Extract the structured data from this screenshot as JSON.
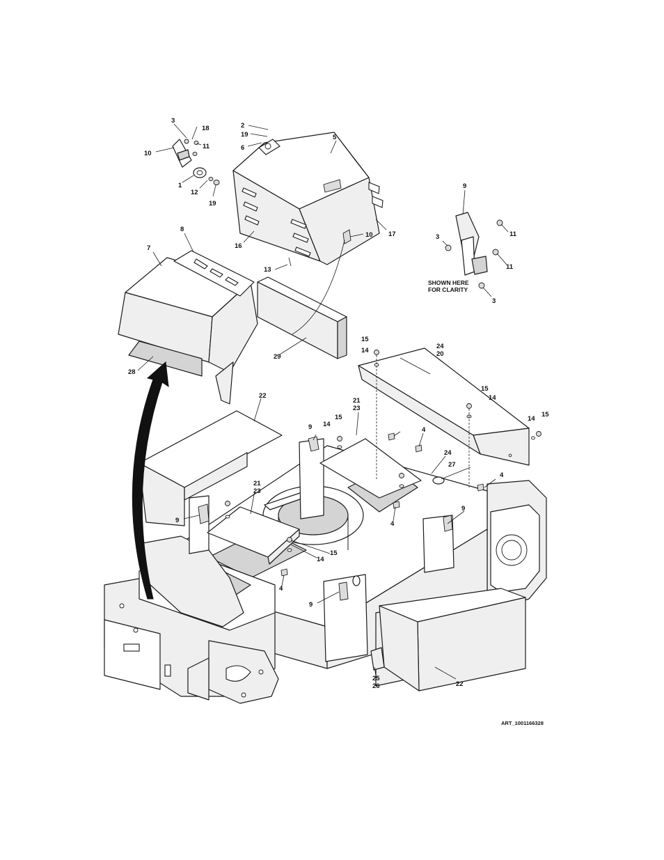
{
  "callouts": {
    "c1": "1",
    "c2": "2",
    "c3a": "3",
    "c3b": "3",
    "c3c": "3",
    "c5": "5",
    "c6": "6",
    "c7": "7",
    "c8": "8",
    "c9a": "9",
    "c9b": "9",
    "c9c": "9",
    "c9d": "9",
    "c9e": "9",
    "c10a": "10",
    "c10b": "10",
    "c11a": "11",
    "c11b": "11",
    "c11c": "11",
    "c12": "12",
    "c13": "13",
    "c14a": "14",
    "c14b": "14",
    "c14c": "14",
    "c14d": "14",
    "c14e": "14",
    "c15a": "15",
    "c15b": "15",
    "c15c": "15",
    "c15d": "15",
    "c15e": "15",
    "c16": "16",
    "c17": "17",
    "c18": "18",
    "c19a": "19",
    "c19b": "19",
    "c4a": "4",
    "c4b": "4",
    "c4c": "4",
    "c4d": "4",
    "c21a": "21",
    "c23a": "23",
    "c21b": "21",
    "c23b": "23",
    "c22a": "22",
    "c22b": "22",
    "c24a": "24",
    "c20": "20",
    "c24b": "24",
    "c25": "25",
    "c26": "26",
    "c27": "27",
    "c28": "28",
    "c29": "29"
  },
  "note": {
    "line1": "SHOWN HERE",
    "line2": "FOR CLARITY"
  },
  "art_ref": "ART_1001166328"
}
